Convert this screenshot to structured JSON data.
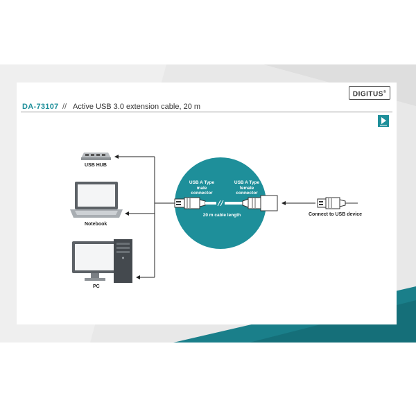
{
  "brand": {
    "logo_text": "DIGITUS",
    "registered_mark": "®"
  },
  "header": {
    "model": "DA-73107",
    "separator": "//",
    "subtitle": "Active USB 3.0 extension cable, 20 m"
  },
  "devices": {
    "usb_hub": "USB HUB",
    "notebook": "Notebook",
    "pc": "PC"
  },
  "cable": {
    "male_label": "USB A Type\nmale\nconnector",
    "female_label": "USB A Type\nfemale\nconnector",
    "length_label": "20 m cable length"
  },
  "target": {
    "label": "Connect to USB device"
  },
  "colors": {
    "teal": "#1e8f9a",
    "teal_dark": "#1a7f8a",
    "grey_bg": "#e6e6e6",
    "text": "#222222"
  },
  "icons": [
    "play-button-icon",
    "usb-hub-icon",
    "notebook-icon",
    "pc-icon",
    "usb-male-plug-icon",
    "usb-female-socket-icon"
  ]
}
